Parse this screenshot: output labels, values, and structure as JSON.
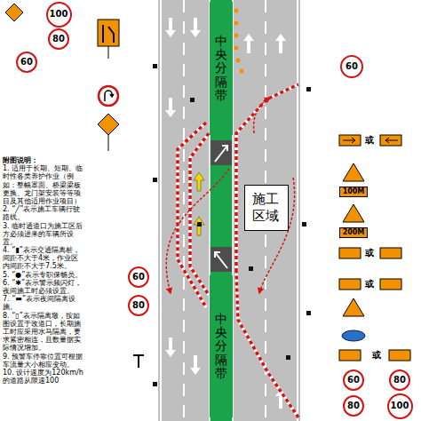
{
  "diagram": {
    "nodes": [
      {
        "text": [
          "施工区域"
        ]
      },
      {
        "text": [
          "中央分隔带"
        ]
      },
      {
        "text": [
          "中央分隔带"
        ]
      },
      {
        "text": [
          "100"
        ]
      },
      {
        "text": [
          "80"
        ]
      },
      {
        "text": [
          "60"
        ]
      },
      {
        "text": [
          "60"
        ]
      },
      {
        "text": [
          "60"
        ]
      },
      {
        "text": [
          "80"
        ]
      },
      {
        "text": [
          "100M"
        ]
      },
      {
        "text": [
          "200M"
        ]
      },
      {
        "text": [
          "60"
        ]
      },
      {
        "text": [
          "80"
        ]
      },
      {
        "text": [
          "80"
        ]
      },
      {
        "text": [
          "100"
        ]
      }
    ],
    "labels": [
      "附图说明：",
      "1. 适用于长期、短期、临时性各类养护作业（例如：整幅罩面、桥梁梁板更换、龙门架安装等等项目及其他适用作业项目）",
      "2. “╱”表示施工车辆行驶路线。",
      "3. 临时通道口为施工区后方必须进来的车辆所设置。",
      "4. “▮”表示交通隔离桩，间距不大于4米，作业区内间距不大于7.5米。",
      "5. “●”表示专职保畅员。",
      "6. “✱”表示警示频闪灯，夜间施工时必须设置。",
      "7. “▬”表示夜间隔离设施。",
      "8. “▯”表示隔离墩，按如图设置于改道口，长期施工时应采用水马隔离，要求紧密相连，且数量据实际情况增加。",
      "9. 预警车停靠位置可根据车流量大小相应变动。",
      "10. 设计速度为120km/h的道路从限速100",
      "或",
      "或",
      "或",
      "或"
    ]
  }
}
